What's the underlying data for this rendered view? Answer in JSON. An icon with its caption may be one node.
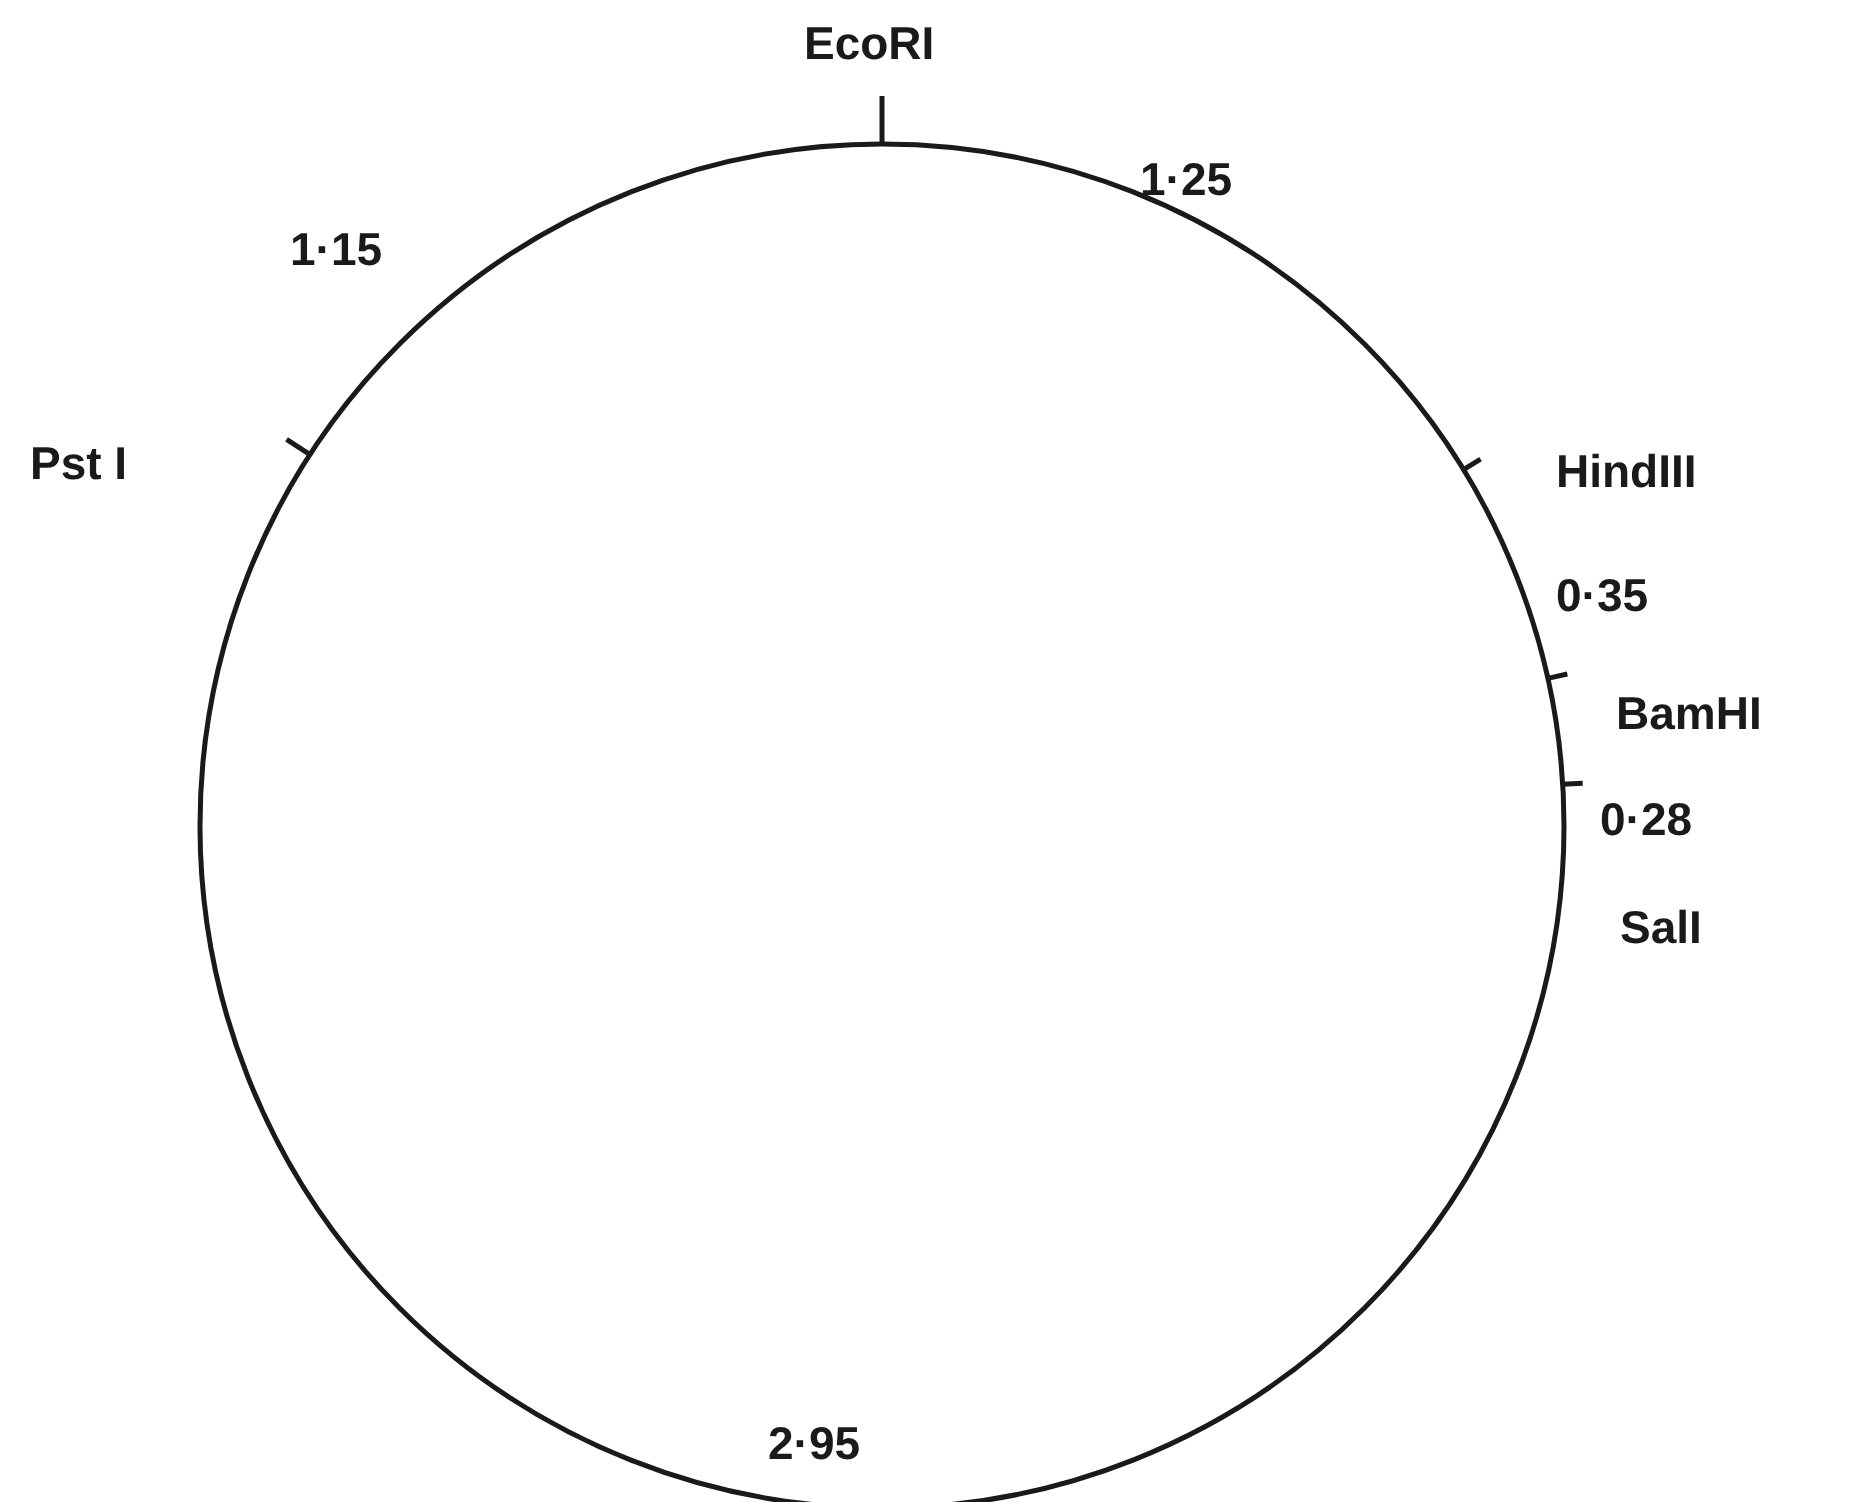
{
  "diagram": {
    "labels": [
      "EcoRI",
      "1·25",
      "1·15",
      "Pst I",
      "HindIII",
      "0·35",
      "BamHI",
      "0·28",
      "SalI",
      "2·95"
    ]
  }
}
